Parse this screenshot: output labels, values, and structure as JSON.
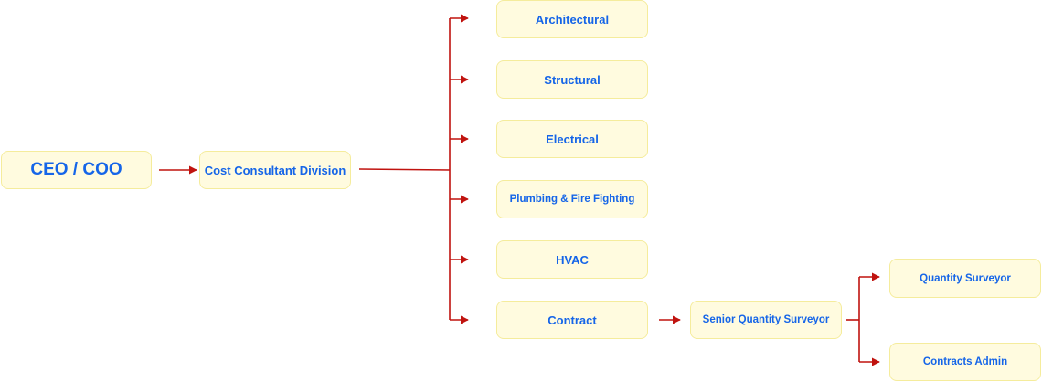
{
  "colors": {
    "node_fill": "#fffbdf",
    "node_border": "#f5ec9c",
    "label_text": "#1565e8",
    "connector": "#c0130f"
  },
  "org_chart": {
    "root": {
      "label": "CEO / COO"
    },
    "division": {
      "label": "Cost Consultant Division"
    },
    "departments": [
      {
        "label": "Architectural"
      },
      {
        "label": "Structural"
      },
      {
        "label": "Electrical"
      },
      {
        "label": "Plumbing & Fire Fighting"
      },
      {
        "label": "HVAC"
      },
      {
        "label": "Contract"
      }
    ],
    "contract_branch": {
      "lead": {
        "label": "Senior Quantity Surveyor"
      },
      "reports": [
        {
          "label": "Quantity Surveyor"
        },
        {
          "label": "Contracts Admin"
        }
      ]
    }
  }
}
